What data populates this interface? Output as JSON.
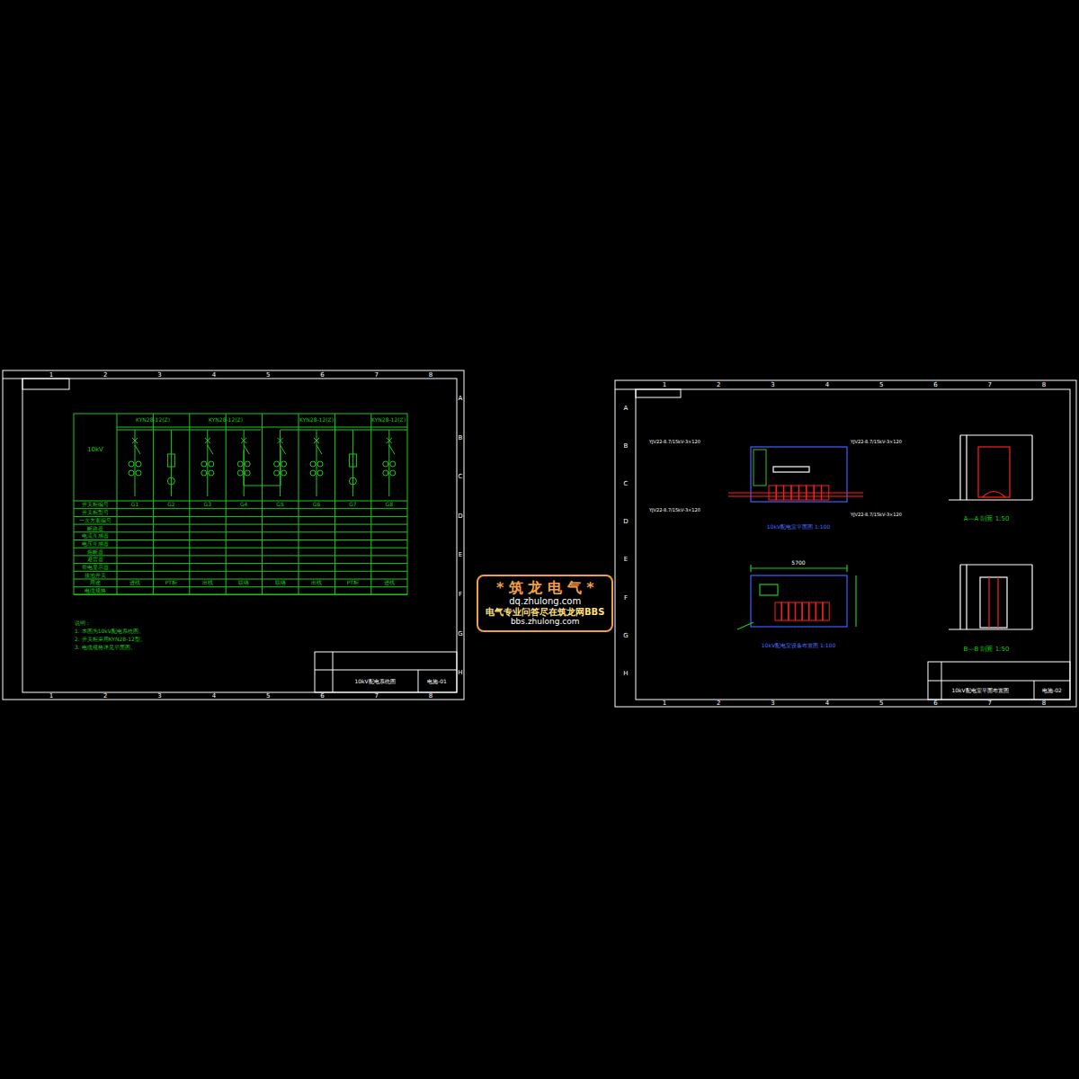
{
  "diagram": {
    "nodes": [
      {
        "text": [
          "* 筑 龙 电 气 *",
          "dq.zhulong.com",
          "电气专业问答尽在筑龙网BBS",
          "bbs.zhulong.com"
        ]
      }
    ],
    "labels": [
      "1",
      "2",
      "3",
      "4",
      "5",
      "6",
      "7",
      "8",
      "1",
      "2",
      "3",
      "4",
      "5",
      "6",
      "7",
      "8",
      "A",
      "B",
      "C",
      "D",
      "E",
      "F",
      "G",
      "H",
      "1",
      "2",
      "3",
      "4",
      "5",
      "6",
      "7",
      "8",
      "1",
      "2",
      "3",
      "4",
      "5",
      "6",
      "7",
      "8",
      "A",
      "B",
      "C",
      "D",
      "E",
      "F",
      "G",
      "H",
      "KYN28-12(Z)",
      "KYN28-12(Z)",
      "KYN28-12(Z)",
      "KYN28-12(Z)",
      "10kV",
      "开关柜编号",
      "开关柜型号",
      "一次方案编号",
      "断路器",
      "电流互感器",
      "电压互感器",
      "熔断器",
      "避雷器",
      "带电显示器",
      "接地开关",
      "用途",
      "电缆规格",
      "G1",
      "G2",
      "G3",
      "G4",
      "G5",
      "G6",
      "G7",
      "G8",
      "进线",
      "PT柜",
      "出线",
      "联络",
      "联络",
      "出线",
      "PT柜",
      "进线",
      "说明：",
      "1. 本图为10kV配电系统图。",
      "2. 开关柜采用KYN28-12型。",
      "3. 电缆规格详见平面图。",
      "10kV配电系统图",
      "电施-01",
      "YJV22-8.7/15kV-3×120",
      "YJV22-8.7/15kV-3×120",
      "YJV22-8.7/15kV-3×120",
      "YJV22-8.7/15kV-3×120",
      "10kV配电室平面图 1:100",
      "10kV配电室设备布置图 1:100",
      "A—A 剖面 1:50",
      "B—B 剖面 1:50",
      "5700",
      "10kV配电室平面布置图",
      "电施-02"
    ]
  }
}
